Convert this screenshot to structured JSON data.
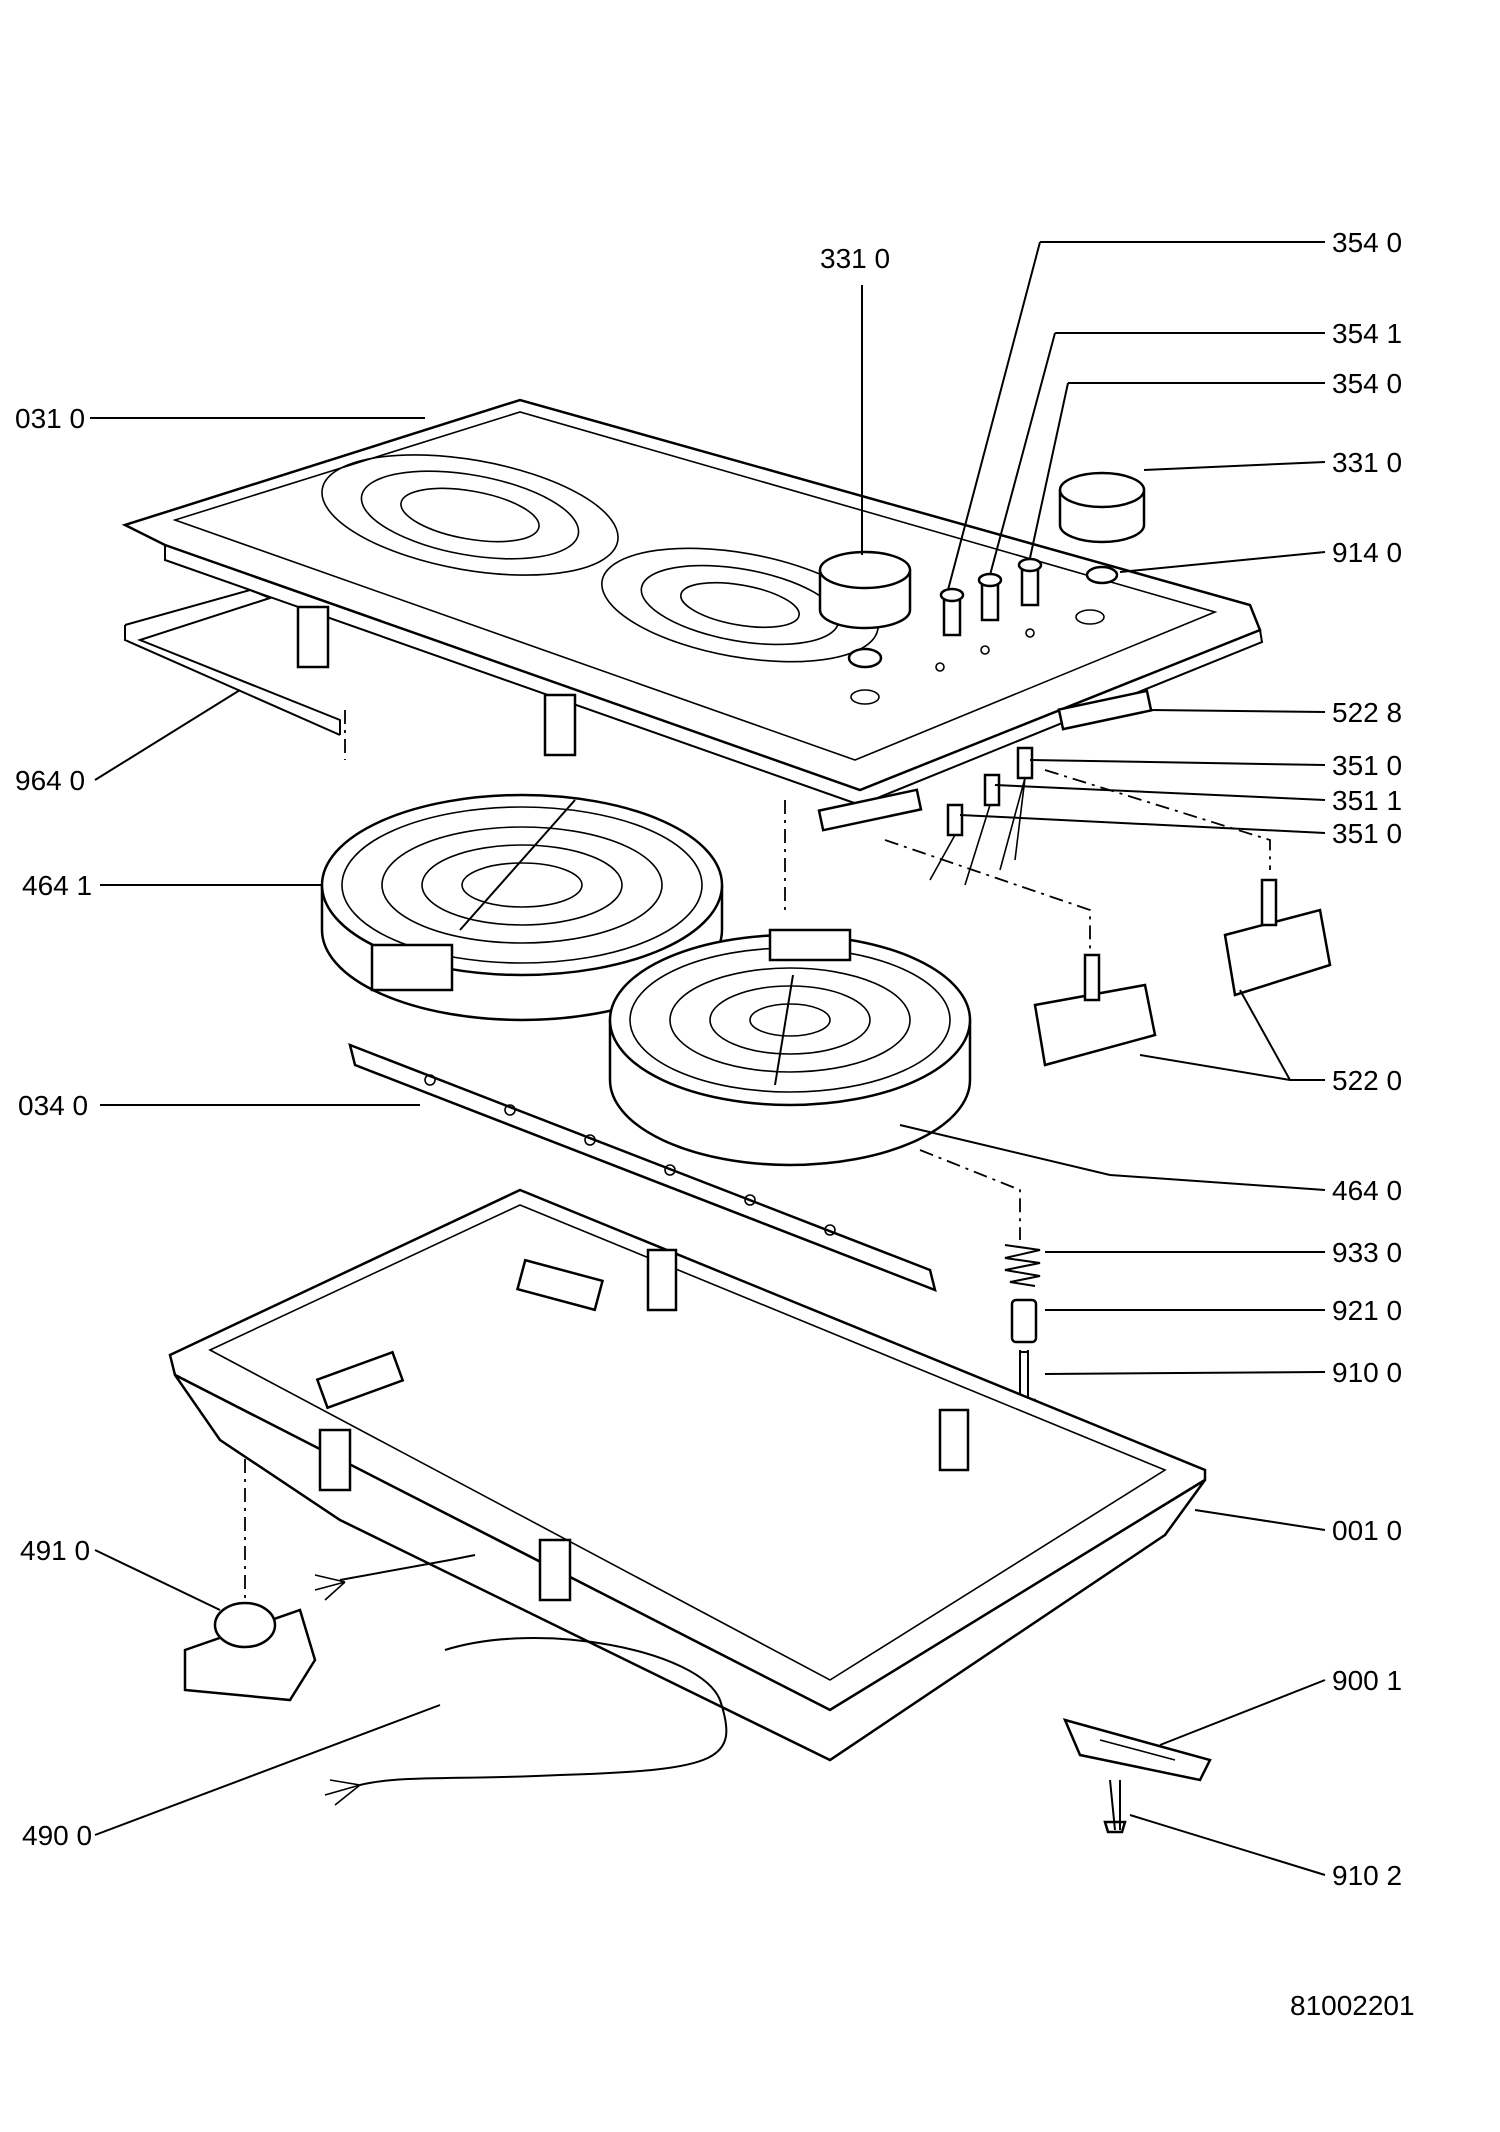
{
  "callouts": {
    "c0310": "031 0",
    "c3310_top": "331 0",
    "c3540_a": "354 0",
    "c3541": "354 1",
    "c3540_b": "354 0",
    "c3310_right": "331 0",
    "c9140": "914 0",
    "c5228": "522 8",
    "c3510_a": "351 0",
    "c3511": "351 1",
    "c3510_b": "351 0",
    "c9640": "964 0",
    "c4641": "464 1",
    "c0340": "034 0",
    "c5220": "522 0",
    "c4640": "464 0",
    "c9330": "933 0",
    "c9210": "921 0",
    "c9100": "910 0",
    "c0010": "001 0",
    "c4910": "491 0",
    "c9001": "900 1",
    "c4900": "490 0",
    "c9102": "910 2"
  },
  "drawing_number": "81002201"
}
